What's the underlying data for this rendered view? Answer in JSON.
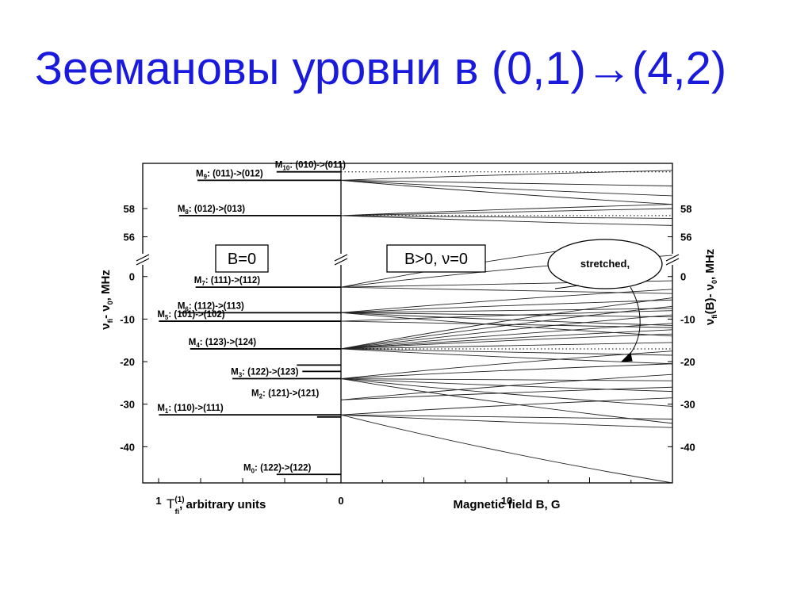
{
  "slide": {
    "title": "Зеемановы уровни в (0,1)→(4,2)"
  },
  "chart_data": {
    "type": "line",
    "left_panel": {
      "label": "B=0",
      "x_tick_labels": [
        "1",
        "0"
      ],
      "xlabel_prefix": "T",
      "xlabel_sup": "(1)",
      "xlabel_sub": "fi",
      "xlabel_suffix": ", arbitrary units",
      "ylabel": "ν",
      "ylabel_sub": "fi",
      "ylabel_after": "- ν",
      "ylabel_sub2": "0",
      "ylabel_unit": ", MHz"
    },
    "right_panel": {
      "label": "B>0,  ν=0",
      "xlabel": "Magnetic field B, G",
      "x_range": [
        0,
        20
      ],
      "x_tick_labels": [
        {
          "x": 0,
          "label": "0"
        },
        {
          "x": 10,
          "label": "10"
        }
      ],
      "ylabel": "ν",
      "ylabel_sub": "fi",
      "ylabel_after": "(B)- ν",
      "ylabel_sub2": "0",
      "ylabel_unit": ", MHz",
      "callout": "stretched,"
    },
    "y_upper_ticks": [
      {
        "value": 58,
        "label": "58"
      },
      {
        "value": 56,
        "label": "56"
      }
    ],
    "y_upper_range": [
      54.8,
      61.2
    ],
    "y_lower_ticks": [
      {
        "value": 0,
        "label": "0"
      },
      {
        "value": -10,
        "label": "-10"
      },
      {
        "value": -20,
        "label": "-20"
      },
      {
        "value": -30,
        "label": "-30"
      },
      {
        "value": -40,
        "label": "-40"
      }
    ],
    "y_lower_range": [
      -48.5,
      2
    ],
    "levels": [
      {
        "M": "10",
        "transition": ": (010)->(011)",
        "segment": "upper",
        "value": 60.6,
        "strength": 0.35
      },
      {
        "M": "9",
        "transition": ": (011)->(012)",
        "segment": "upper",
        "value": 60.0,
        "strength": 0.78
      },
      {
        "M": "8",
        "transition": ": (012)->(013)",
        "segment": "upper",
        "value": 57.5,
        "strength": 0.88
      },
      {
        "M": "7",
        "transition": ": (111)->(112)",
        "segment": "lower",
        "value": -2.5,
        "strength": 0.79
      },
      {
        "M": "6",
        "transition": ": (112)->(113)",
        "segment": "lower",
        "value": -8.5,
        "strength": 0.88
      },
      {
        "M": "5",
        "transition": ": (101)->(102)",
        "segment": "lower",
        "value": -10.5,
        "strength": 0.99
      },
      {
        "M": "4",
        "transition": ": (123)->(124)",
        "segment": "lower",
        "value": -17,
        "strength": 0.82
      },
      {
        "M": "3",
        "transition": ": (122)->(123)",
        "segment": "lower",
        "value": -24,
        "strength": 0.59
      },
      {
        "M": "2",
        "transition": ": (121)->(121)",
        "segment": "lower",
        "value": -29,
        "strength": 0.0
      },
      {
        "M": "1",
        "transition": ": (110)->(111)",
        "segment": "lower",
        "value": -32.5,
        "strength": 0.99
      },
      {
        "M": "0",
        "transition": ": (122)->(122)",
        "segment": "lower",
        "value": -46.5,
        "strength": 0.35
      }
    ],
    "extra_short_bars": [
      {
        "value": -20.8,
        "strength": 0.24
      },
      {
        "value": -22.3,
        "strength": 0.21
      },
      {
        "value": -33,
        "strength": 0.13
      }
    ],
    "zeeman_curves": [
      {
        "segment": "upper",
        "y": [
          60.0,
          60.7
        ]
      },
      {
        "segment": "upper",
        "y": [
          60.0,
          59.6
        ]
      },
      {
        "segment": "upper",
        "y": [
          60.0,
          58.9
        ]
      },
      {
        "segment": "upper",
        "y": [
          60.0,
          58.3
        ]
      },
      {
        "segment": "upper",
        "y": [
          57.5,
          58.3
        ]
      },
      {
        "segment": "upper",
        "y": [
          57.5,
          58.0
        ]
      },
      {
        "segment": "upper",
        "y": [
          57.5,
          57.3
        ]
      },
      {
        "segment": "upper",
        "y": [
          57.5,
          56.8
        ]
      },
      {
        "segment": "lower",
        "y": [
          -2.5,
          10.0
        ]
      },
      {
        "segment": "lower",
        "y": [
          -2.5,
          5.0
        ]
      },
      {
        "segment": "lower",
        "y": [
          -2.5,
          -1.0
        ]
      },
      {
        "segment": "lower",
        "y": [
          -2.5,
          -4.0
        ]
      },
      {
        "segment": "lower",
        "y": [
          -8.5,
          -3.0
        ]
      },
      {
        "segment": "lower",
        "y": [
          -8.5,
          -5.5
        ]
      },
      {
        "segment": "lower",
        "y": [
          -8.5,
          -7.5
        ]
      },
      {
        "segment": "lower",
        "y": [
          -8.5,
          -9.5
        ]
      },
      {
        "segment": "lower",
        "y": [
          -8.5,
          -11.5
        ]
      },
      {
        "segment": "lower",
        "y": [
          -8.5,
          -14.0
        ]
      },
      {
        "segment": "lower",
        "y": [
          -17,
          -5.0
        ]
      },
      {
        "segment": "lower",
        "y": [
          -17,
          -7.0
        ]
      },
      {
        "segment": "lower",
        "y": [
          -17,
          -9.0
        ]
      },
      {
        "segment": "lower",
        "y": [
          -17,
          -11.0
        ]
      },
      {
        "segment": "lower",
        "y": [
          -17,
          -12.5
        ]
      },
      {
        "segment": "lower",
        "y": [
          -17,
          -13.5
        ]
      },
      {
        "segment": "lower",
        "y": [
          -17,
          -15.5
        ]
      },
      {
        "segment": "lower",
        "y": [
          -17,
          -18.5
        ]
      },
      {
        "segment": "lower",
        "y": [
          -17,
          -20.5
        ]
      },
      {
        "segment": "lower",
        "y": [
          -24,
          -17.5
        ]
      },
      {
        "segment": "lower",
        "y": [
          -24,
          -20.5
        ]
      },
      {
        "segment": "lower",
        "y": [
          -24,
          -24.5
        ]
      },
      {
        "segment": "lower",
        "y": [
          -24,
          -27.0
        ]
      },
      {
        "segment": "lower",
        "y": [
          -24,
          -30.5
        ]
      },
      {
        "segment": "lower",
        "y": [
          -24,
          -34.5
        ]
      },
      {
        "segment": "lower",
        "y": [
          -29,
          -23.0
        ]
      },
      {
        "segment": "lower",
        "y": [
          -29,
          -26.0
        ]
      },
      {
        "segment": "lower",
        "y": [
          -32.5,
          -28.5
        ]
      },
      {
        "segment": "lower",
        "y": [
          -32.5,
          -33.5
        ]
      },
      {
        "segment": "lower",
        "y": [
          -32.5,
          -35.5
        ]
      },
      {
        "segment": "lower",
        "y": [
          -32.5,
          -48.5
        ]
      },
      {
        "segment": "lower",
        "y": [
          -10.5,
          -8.0
        ]
      },
      {
        "segment": "lower",
        "y": [
          -10.5,
          -12.0
        ]
      }
    ],
    "dotted_guides": [
      {
        "segment": "upper",
        "value": 60.6
      },
      {
        "segment": "upper",
        "value": 57.5
      },
      {
        "segment": "lower",
        "value": -17
      }
    ]
  }
}
